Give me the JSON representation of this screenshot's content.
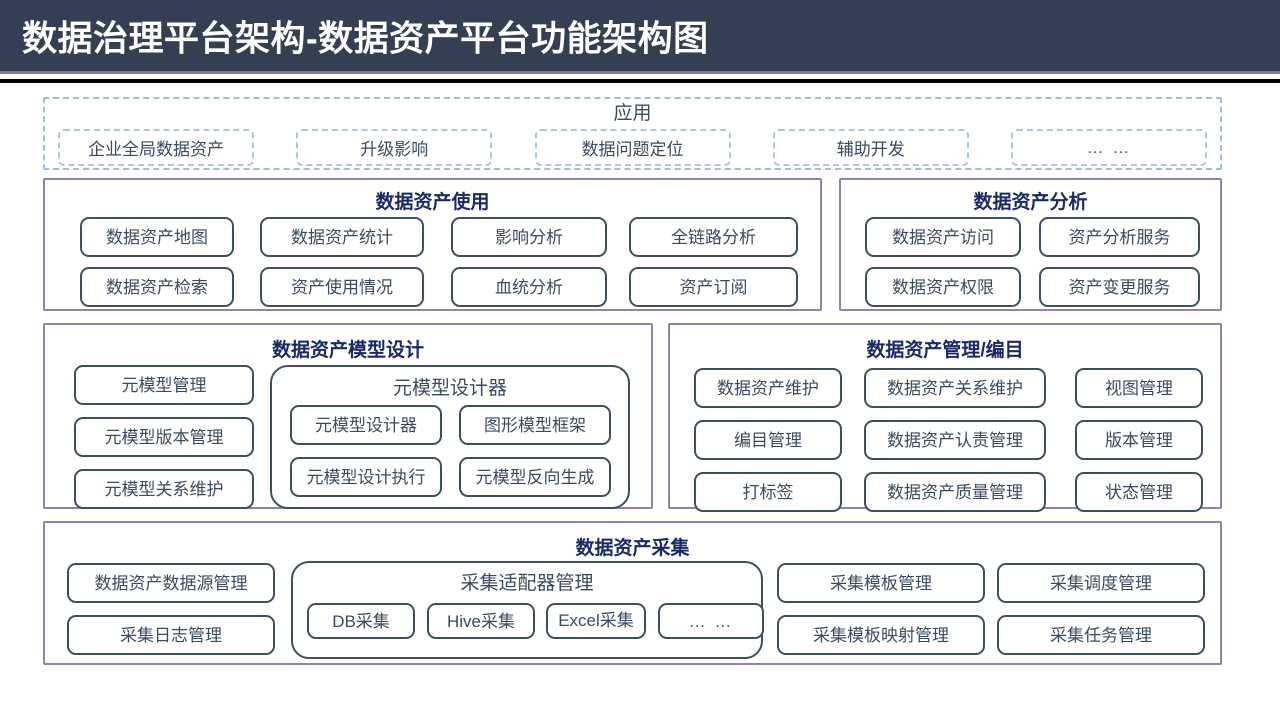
{
  "header": {
    "title": "数据治理平台架构-数据资产平台功能架构图",
    "bar_color": "#343f54",
    "text_color": "#ffffff"
  },
  "colors": {
    "panel_border": "#9080b4",
    "cell_border": "#3d4e66",
    "panel_title": "#1a2a66",
    "dashed_border": "#a9c5ea",
    "text": "#3b4a63"
  },
  "application_zone": {
    "title": "应用",
    "items": [
      {
        "label": "企业全局数据资产"
      },
      {
        "label": "升级影响"
      },
      {
        "label": "数据问题定位"
      },
      {
        "label": "辅助开发"
      },
      {
        "label": "… …"
      }
    ]
  },
  "panels": [
    {
      "id": "usage",
      "title": "数据资产使用",
      "cells": [
        "数据资产地图",
        "数据资产统计",
        "影响分析",
        "全链路分析",
        "数据资产检索",
        "资产使用情况",
        "血统分析",
        "资产订阅"
      ]
    },
    {
      "id": "analysis",
      "title": "数据资产分析",
      "cells": [
        "数据资产访问",
        "资产分析服务",
        "数据资产权限",
        "资产变更服务"
      ]
    },
    {
      "id": "model",
      "title": "数据资产模型设计",
      "left_cells": [
        "元模型管理",
        "元模型版本管理",
        "元模型关系维护"
      ],
      "subgroup": {
        "title": "元模型设计器",
        "cells": [
          "元模型设计器",
          "图形模型框架",
          "元模型设计执行",
          "元模型反向生成"
        ]
      }
    },
    {
      "id": "manage",
      "title": "数据资产管理/编目",
      "col1": [
        "数据资产维护",
        "编目管理",
        "打标签"
      ],
      "col2": [
        "数据资产关系维护",
        "数据资产认责管理",
        "数据资产质量管理"
      ],
      "col3": [
        "视图管理",
        "版本管理",
        "状态管理"
      ]
    },
    {
      "id": "collect",
      "title": "数据资产采集",
      "left_cells": [
        "数据资产数据源管理",
        "采集日志管理"
      ],
      "subgroup": {
        "title": "采集适配器管理",
        "cells": [
          "DB采集",
          "Hive采集",
          "Excel采集",
          "… …"
        ]
      },
      "right_col1": [
        "采集模板管理",
        "采集模板映射管理"
      ],
      "right_col2": [
        "采集调度管理",
        "采集任务管理"
      ]
    }
  ]
}
